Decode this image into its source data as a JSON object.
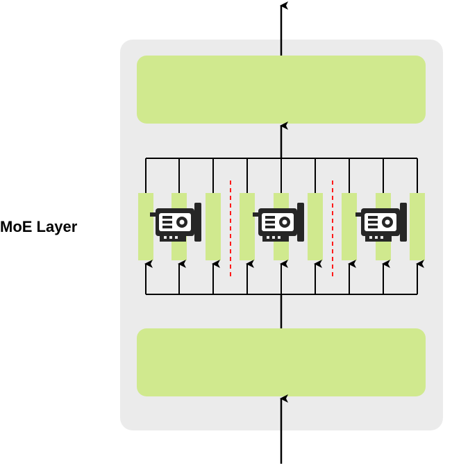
{
  "label": "MoE Layer",
  "colors": {
    "panel": "#ebebeb",
    "block": "#d0e98e",
    "expert_bar": "#d0e98e",
    "line": "#000000",
    "separator": "#ff1a1a",
    "gpu_icon": "#262626"
  },
  "experts_per_group": 3,
  "groups": 3,
  "icons": [
    "gpu-card-icon",
    "gpu-card-icon",
    "gpu-card-icon"
  ]
}
